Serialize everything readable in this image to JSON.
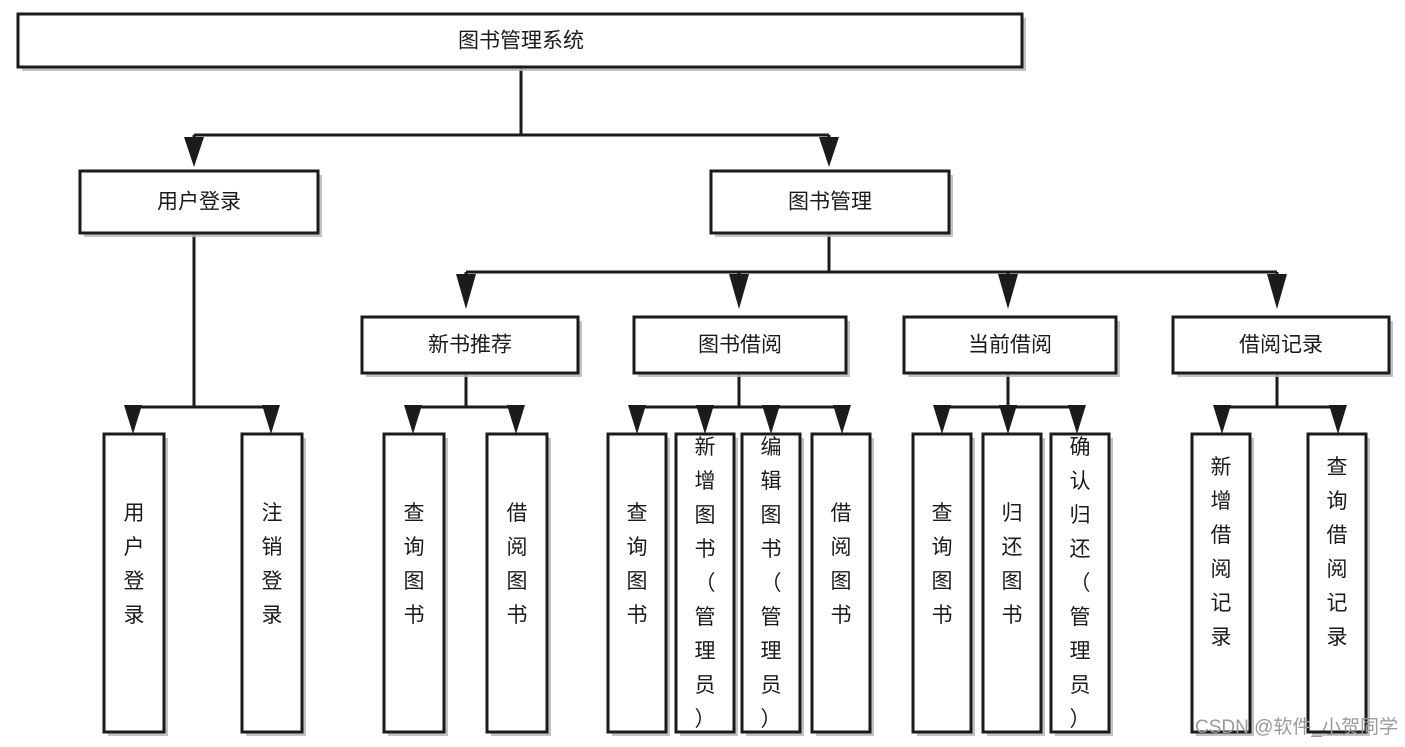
{
  "diagram": {
    "title": "图书管理系统",
    "type": "tree",
    "orientation": "top-down",
    "colors": {
      "box_stroke": "#1b1b1b",
      "box_fill": "#ffffff",
      "connector": "#1b1b1b",
      "shadow": "#b9b9b9",
      "watermark": "#9a9a9a"
    },
    "root": {
      "id": "root",
      "label": "图书管理系统",
      "orientation": "horizontal"
    },
    "level2": [
      {
        "id": "user-login",
        "label": "用户登录",
        "orientation": "horizontal"
      },
      {
        "id": "book-manage",
        "label": "图书管理",
        "orientation": "horizontal"
      }
    ],
    "level3": [
      {
        "id": "new-book-rec",
        "label": "新书推荐",
        "orientation": "horizontal",
        "parent": "book-manage"
      },
      {
        "id": "book-borrow",
        "label": "图书借阅",
        "orientation": "horizontal",
        "parent": "book-manage"
      },
      {
        "id": "current-borrow",
        "label": "当前借阅",
        "orientation": "horizontal",
        "parent": "book-manage"
      },
      {
        "id": "borrow-record",
        "label": "借阅记录",
        "orientation": "horizontal",
        "parent": "book-manage"
      }
    ],
    "leaves": [
      {
        "id": "leaf-user-login",
        "label": "用户登录",
        "orientation": "vertical",
        "parent": "user-login"
      },
      {
        "id": "leaf-user-logout",
        "label": "注销登录",
        "orientation": "vertical",
        "parent": "user-login"
      },
      {
        "id": "leaf-query-book-1",
        "label": "查询图书",
        "orientation": "vertical",
        "parent": "new-book-rec"
      },
      {
        "id": "leaf-borrow-book-1",
        "label": "借阅图书",
        "orientation": "vertical",
        "parent": "new-book-rec"
      },
      {
        "id": "leaf-query-book-2",
        "label": "查询图书",
        "orientation": "vertical",
        "parent": "book-borrow"
      },
      {
        "id": "leaf-add-book",
        "label": "新增图书（管理员）",
        "orientation": "vertical",
        "parent": "book-borrow"
      },
      {
        "id": "leaf-edit-book",
        "label": "编辑图书（管理员）",
        "orientation": "vertical",
        "parent": "book-borrow"
      },
      {
        "id": "leaf-borrow-book-2",
        "label": "借阅图书",
        "orientation": "vertical",
        "parent": "book-borrow"
      },
      {
        "id": "leaf-query-book-3",
        "label": "查询图书",
        "orientation": "vertical",
        "parent": "current-borrow"
      },
      {
        "id": "leaf-return-book",
        "label": "归还图书",
        "orientation": "vertical",
        "parent": "current-borrow"
      },
      {
        "id": "leaf-confirm-return",
        "label": "确认归还（管理员）",
        "orientation": "vertical",
        "parent": "current-borrow"
      },
      {
        "id": "leaf-add-record",
        "label": "新增借阅记录",
        "orientation": "vertical",
        "parent": "borrow-record"
      },
      {
        "id": "leaf-query-record",
        "label": "查询借阅记录",
        "orientation": "vertical",
        "parent": "borrow-record"
      }
    ]
  },
  "watermark": {
    "text": "CSDN @软件_小贺同学"
  }
}
